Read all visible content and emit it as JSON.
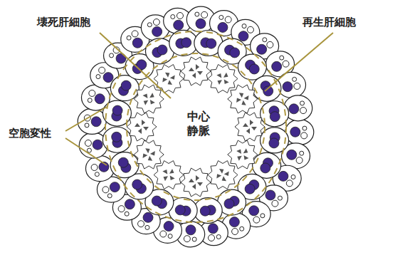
{
  "diagram": {
    "nodes": [
      {
        "text": [
          "中心 静脈"
        ]
      }
    ],
    "labels": [
      "壊死肝細胞",
      "再生肝細胞",
      "空胞変性"
    ]
  }
}
